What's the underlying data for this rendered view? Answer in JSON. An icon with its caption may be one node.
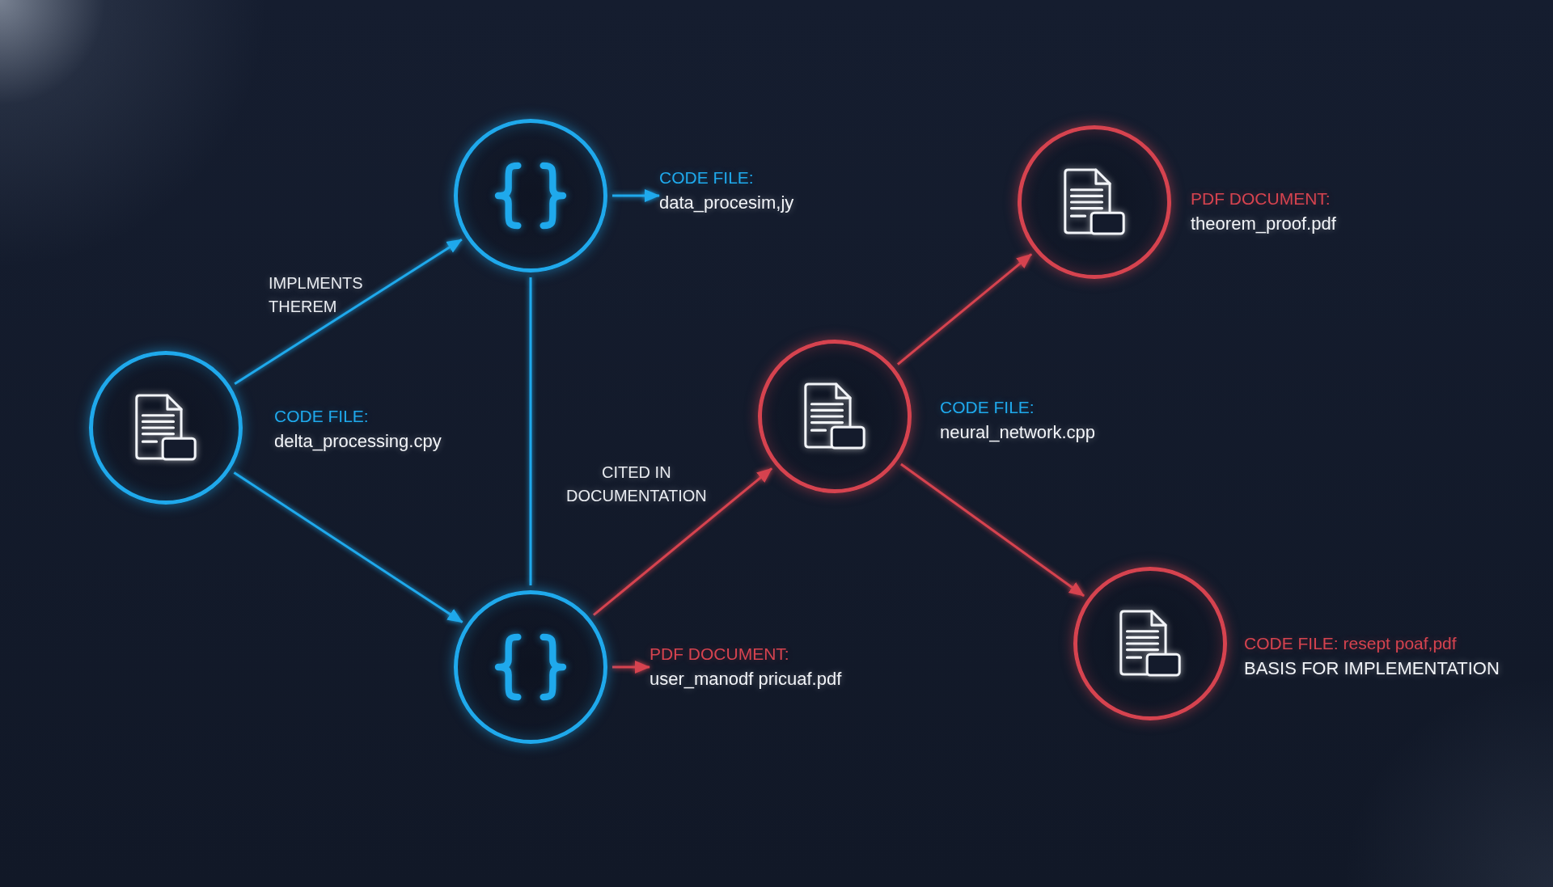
{
  "diagram": {
    "nodes": [
      {
        "text": [],
        "shape": "circle",
        "beside": [
          "CODE FILE:",
          "delta_processing.cpy"
        ]
      },
      {
        "text": [],
        "shape": "circle"
      },
      {
        "text": [
          "CODE FILE:",
          "data_procesim,jy"
        ]
      },
      {
        "text": [],
        "shape": "circle"
      },
      {
        "text": [
          "PDF DOCUMENT:",
          "user_manodf pricuaf.pdf"
        ]
      },
      {
        "text": [],
        "shape": "circle",
        "beside": [
          "CODE FILE:",
          "neural_network.cpp"
        ]
      },
      {
        "text": [],
        "shape": "circle",
        "beside": [
          "PDF DOCUMENT:",
          "theorem_proof.pdf"
        ]
      },
      {
        "text": [],
        "shape": "circle",
        "beside": [
          "CODE FILE: resept poaf,pdf",
          "BASIS FOR IMPLEMENTATION"
        ]
      }
    ],
    "edges": [
      {
        "from": 0,
        "to": 1,
        "arrow": "to",
        "label": "IMPLMENTS THEREM"
      },
      {
        "from": 0,
        "to": 3,
        "arrow": "to"
      },
      {
        "from": 1,
        "to": 3,
        "arrow": "none"
      },
      {
        "from": 1,
        "to": 2,
        "arrow": "to"
      },
      {
        "from": 3,
        "to": 4,
        "arrow": "to",
        "color": "#d6434f"
      },
      {
        "from": 3,
        "to": 5,
        "arrow": "to",
        "label": "CITED IN DOCUMENTATION",
        "color": "#d6434f"
      },
      {
        "from": 5,
        "to": 6,
        "arrow": "to",
        "color": "#d6434f"
      },
      {
        "from": 5,
        "to": 7,
        "arrow": "to",
        "color": "#d6434f"
      }
    ]
  }
}
